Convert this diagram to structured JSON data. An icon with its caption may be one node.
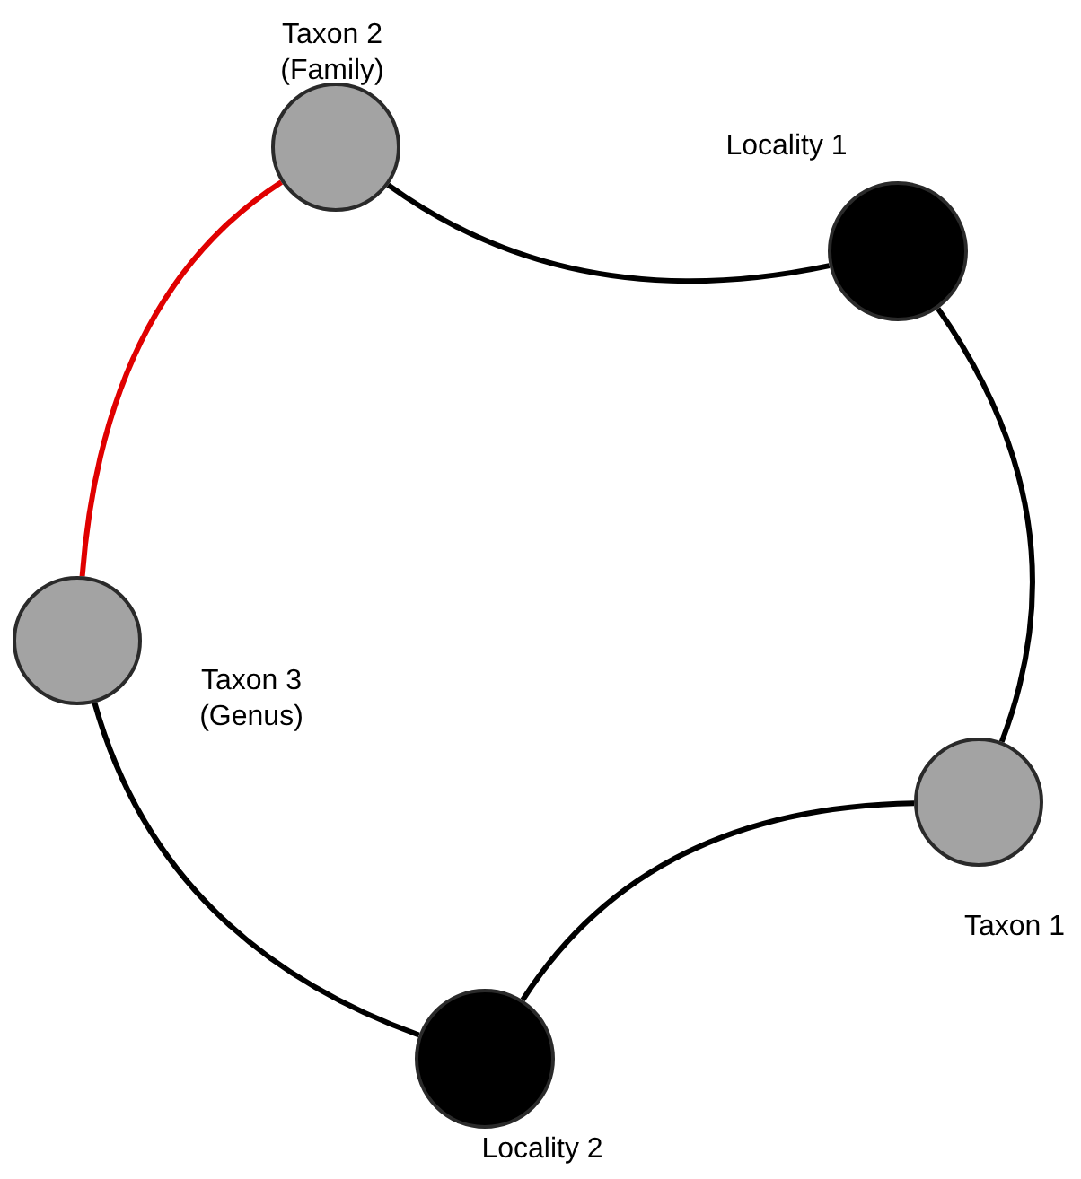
{
  "diagram": {
    "nodes": [
      {
        "text": [
          "Taxon 2 (Family)"
        ]
      },
      {
        "text": [
          "Locality 1"
        ]
      },
      {
        "text": [
          "Taxon 3 (Genus)"
        ]
      },
      {
        "text": [
          "Taxon 1"
        ]
      },
      {
        "text": [
          "Locality 2"
        ]
      }
    ],
    "edges": [
      {
        "from": 0,
        "to": 1,
        "arrow": "none"
      },
      {
        "from": 1,
        "to": 3,
        "arrow": "none"
      },
      {
        "from": 3,
        "to": 4,
        "arrow": "none"
      },
      {
        "from": 4,
        "to": 2,
        "arrow": "none"
      },
      {
        "from": 2,
        "to": 0,
        "arrow": "none",
        "color": "#e00000"
      }
    ]
  }
}
